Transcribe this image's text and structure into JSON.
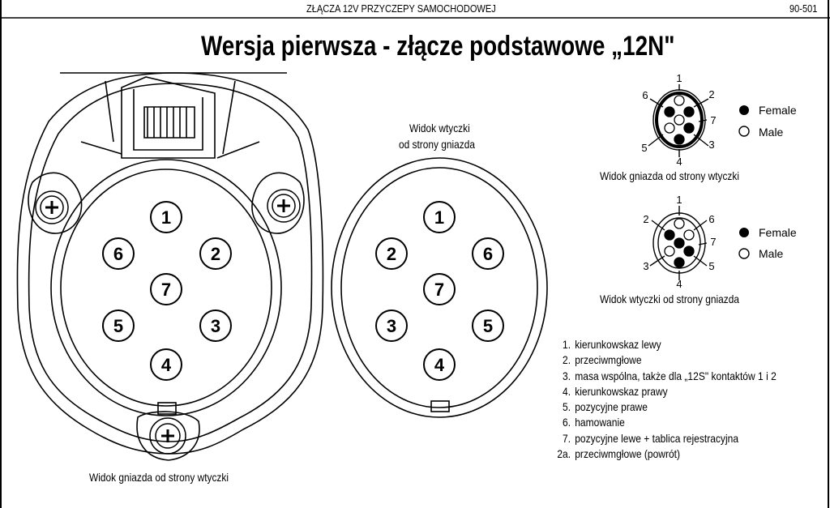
{
  "header": {
    "title": "ZŁĄCZA 12V PRZYCZEPY SAMOCHODOWEJ",
    "page_no": "90-501"
  },
  "main_title": "Wersja pierwsza - złącze podstawowe „12N\"",
  "socket_caption": "Widok gniazda od strony wtyczki",
  "plug_caption_line1": "Widok wtyczki",
  "plug_caption_line2": "od strony gniazda",
  "socket_pins": [
    "1",
    "2",
    "3",
    "4",
    "5",
    "6",
    "7"
  ],
  "plug_pins": [
    "1",
    "2",
    "3",
    "4",
    "5",
    "6",
    "7"
  ],
  "small_socket": {
    "caption": "Widok gniazda od strony wtyczki",
    "labels": [
      "1",
      "2",
      "3",
      "4",
      "5",
      "6",
      "7"
    ]
  },
  "small_plug": {
    "caption": "Widok wtyczki od strony gniazda",
    "labels": [
      "1",
      "2",
      "3",
      "4",
      "5",
      "6",
      "7"
    ]
  },
  "key": {
    "female": "Female",
    "male": "Male"
  },
  "legend": [
    {
      "num": "1.",
      "text": "kierunkowskaz lewy"
    },
    {
      "num": "2.",
      "text": "przeciwmgłowe"
    },
    {
      "num": "3.",
      "text": "masa wspólna, także dla „12S\" kontaktów 1 i 2"
    },
    {
      "num": "4.",
      "text": "kierunkowskaz prawy"
    },
    {
      "num": "5.",
      "text": "pozycyjne prawe"
    },
    {
      "num": "6.",
      "text": "hamowanie"
    },
    {
      "num": "7.",
      "text": "pozycyjne lewe + tablica rejestracyjna"
    },
    {
      "num": "2a.",
      "text": "przeciwmgłowe (powrót)"
    }
  ]
}
